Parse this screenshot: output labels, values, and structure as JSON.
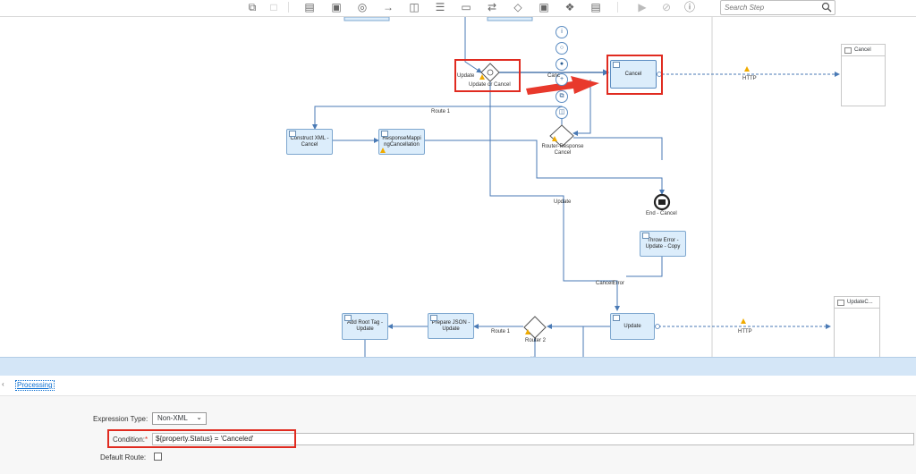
{
  "toolbar": {
    "search_placeholder": "Search Step"
  },
  "canvas": {
    "steps": {
      "construct_xml": "Construct XML - Cancel",
      "response_mapping": "ResponseMappingCancellation",
      "cancel_call": "Cancel",
      "throw_error": "Throw Error - Update - Copy",
      "update_call": "Update",
      "prepare_json": "Prepare JSON - Update",
      "add_root_tag": "Add Root Tag - Update"
    },
    "gateways": {
      "update_or_cancel": "Update or Cancel",
      "router_response_cancel": "Router-Response Cancel",
      "router_2": "Router 2"
    },
    "events": {
      "end_cancel": "End - Cancel"
    },
    "participants": {
      "cancel": "Cancel",
      "update": "UpdateC..."
    },
    "route_labels": {
      "update_left": "Update",
      "cancel_right": "Canc",
      "route_1_top": "Route 1",
      "update_mid": "Update",
      "cancel_error": "CancelError",
      "route_1_bottom": "Route 1",
      "http_top": "HTTP",
      "http_bottom": "HTTP"
    }
  },
  "properties": {
    "tab_processing": "Processing",
    "expression_type_label": "Expression Type:",
    "expression_type_value": "Non-XML",
    "condition_label": "Condition:",
    "condition_required": "*",
    "condition_value": "${property.Status} = 'Canceled'",
    "default_route_label": "Default Route:"
  },
  "colors": {
    "step_fill": "#dcedfb",
    "step_border": "#7ea7cf",
    "highlight": "#e02b20",
    "warning": "#f0ab00",
    "link": "#0a6ed1"
  }
}
